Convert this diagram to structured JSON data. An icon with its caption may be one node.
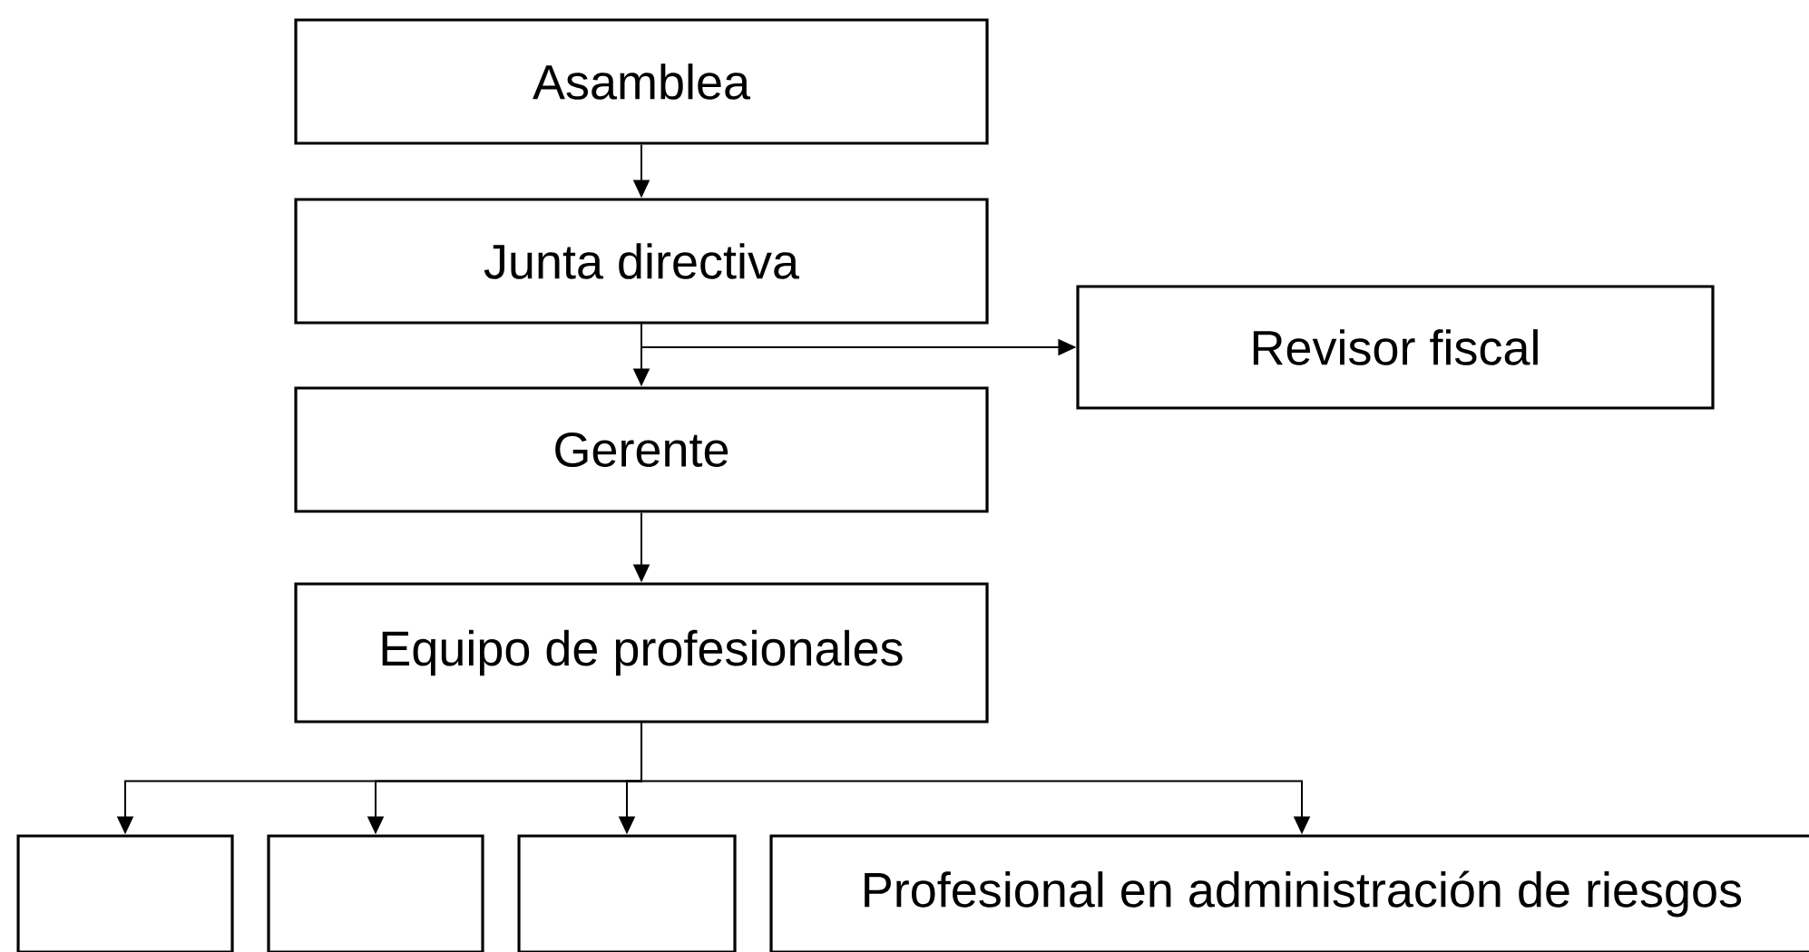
{
  "diagram": {
    "nodes": [
      {
        "text": [
          "Asamblea"
        ]
      },
      {
        "text": [
          "Junta directiva"
        ]
      },
      {
        "text": [
          "Revisor fiscal"
        ]
      },
      {
        "text": [
          "Gerente"
        ]
      },
      {
        "text": [
          "Equipo de profesionales"
        ]
      },
      {
        "text": [],
        "shape": "box"
      },
      {
        "text": [],
        "shape": "box"
      },
      {
        "text": [],
        "shape": "box"
      },
      {
        "text": [
          "Profesional en administración de riesgos"
        ]
      }
    ],
    "edges": [
      {
        "from": 0,
        "to": 1,
        "arrow": "to"
      },
      {
        "from": 1,
        "to": 3,
        "arrow": "to"
      },
      {
        "from": 1,
        "to": 2,
        "arrow": "to"
      },
      {
        "from": 3,
        "to": 4,
        "arrow": "to"
      },
      {
        "from": 4,
        "to": 5,
        "arrow": "to"
      },
      {
        "from": 4,
        "to": 6,
        "arrow": "to"
      },
      {
        "from": 4,
        "to": 7,
        "arrow": "to"
      },
      {
        "from": 4,
        "to": 8,
        "arrow": "to"
      }
    ]
  }
}
